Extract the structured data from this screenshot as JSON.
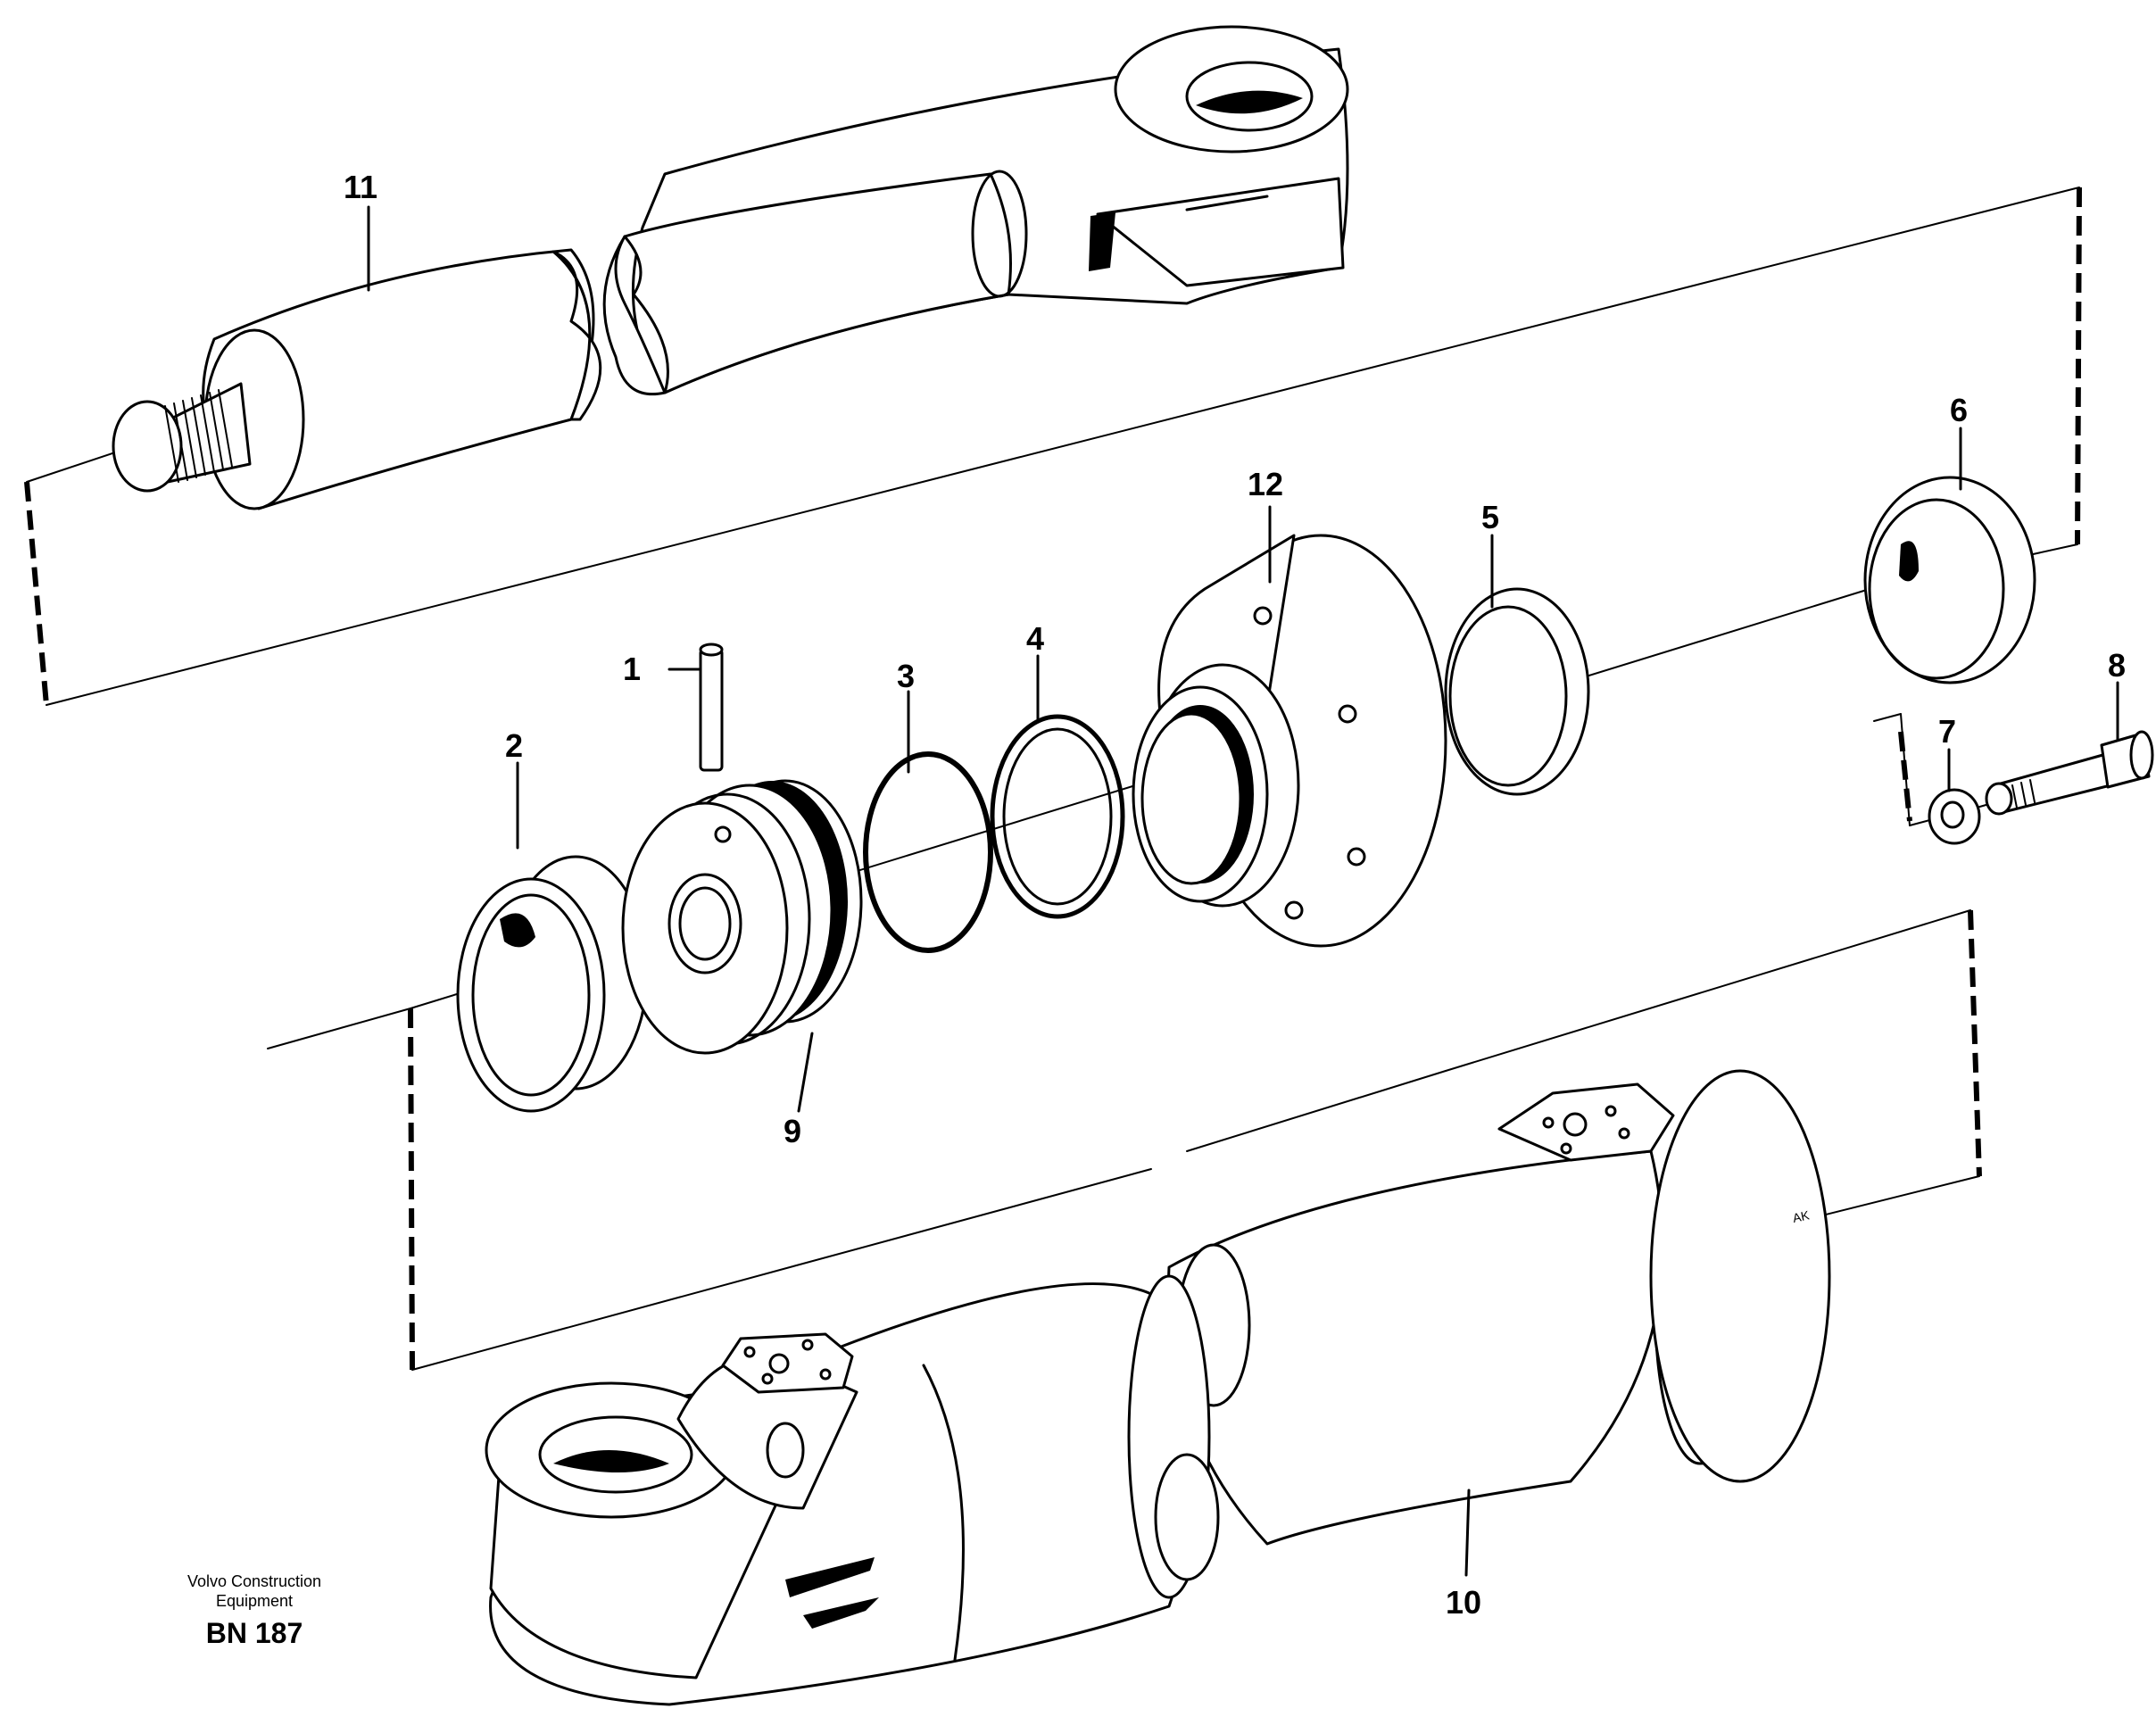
{
  "diagram": {
    "callouts": [
      {
        "id": "p1",
        "label": "1"
      },
      {
        "id": "p2",
        "label": "2"
      },
      {
        "id": "p3",
        "label": "3"
      },
      {
        "id": "p4",
        "label": "4"
      },
      {
        "id": "p5",
        "label": "5"
      },
      {
        "id": "p6",
        "label": "6"
      },
      {
        "id": "p7",
        "label": "7"
      },
      {
        "id": "p8",
        "label": "8"
      },
      {
        "id": "p9",
        "label": "9"
      },
      {
        "id": "p10",
        "label": "10"
      },
      {
        "id": "p11",
        "label": "11"
      },
      {
        "id": "p12",
        "label": "12"
      }
    ],
    "artist_initials": "AK"
  },
  "footer": {
    "brand_line1": "Volvo Construction",
    "brand_line2": "Equipment",
    "ref_code": "BN 187"
  }
}
